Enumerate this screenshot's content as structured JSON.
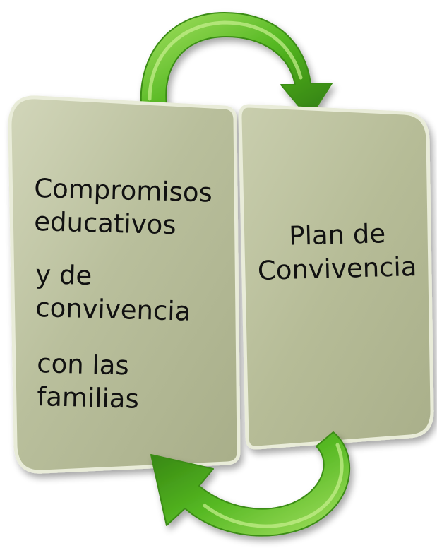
{
  "diagram": {
    "left_box": {
      "lines": [
        "Compromisos",
        "educativos",
        "y de",
        "convivencia",
        "con las",
        "familias"
      ]
    },
    "right_box": {
      "lines": [
        "Plan de",
        "Convivencia"
      ]
    },
    "top_arrow": {
      "direction": "clockwise",
      "icon": "curved-arrow-icon"
    },
    "bottom_arrow": {
      "direction": "clockwise",
      "icon": "curved-arrow-icon"
    },
    "colors": {
      "box_fill": "#b7bd9a",
      "box_fill_light": "#cfd3b6",
      "box_edge": "#e9ecd9",
      "arrow_green": "#4fb51e",
      "arrow_light": "#a8e264",
      "arrow_dark": "#2f7a0e",
      "text": "#111111"
    }
  }
}
